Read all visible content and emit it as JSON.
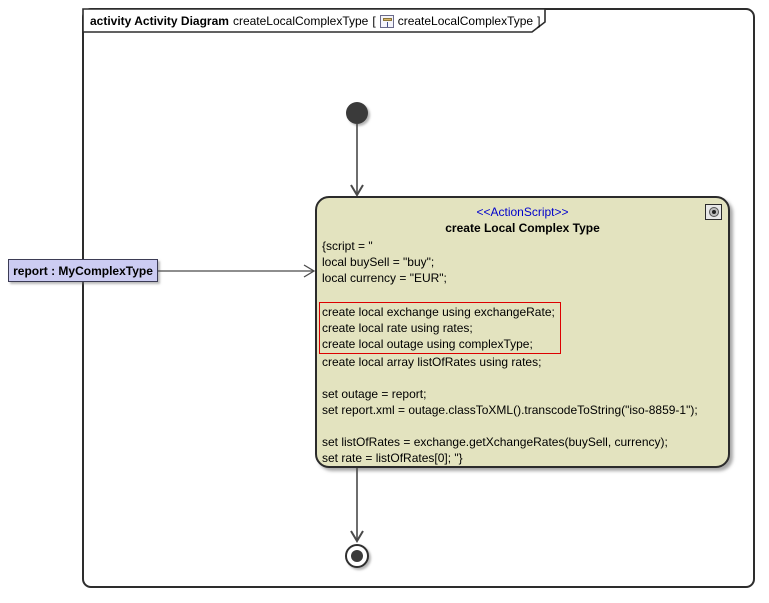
{
  "frame": {
    "kind_label": "activity Activity Diagram",
    "diagram_name": "createLocalComplexType",
    "bracket_open": "[",
    "context_ref": "createLocalComplexType",
    "bracket_close": "]"
  },
  "object_node": {
    "label": "report : MyComplexType"
  },
  "action_node": {
    "stereotype": "<<ActionScript>>",
    "name": "create Local Complex Type",
    "script_lines_before": [
      "{script = \"",
      "local buySell = \"buy\";",
      "local currency = \"EUR\";",
      ""
    ],
    "highlighted_lines": [
      "create local exchange using exchangeRate;",
      "create local rate using rates;",
      "create local outage using complexType;"
    ],
    "script_lines_after": [
      "create local array listOfRates using rates;",
      "",
      "set outage = report;",
      "set report.xml = outage.classToXML().transcodeToString(\"iso-8859-1\");",
      "",
      "set listOfRates = exchange.getXchangeRates(buySell, currency);",
      "set rate = listOfRates[0]; \"}"
    ]
  },
  "icons": {
    "title_icon": "activity-diagram-icon",
    "action_icon": "gear-icon"
  },
  "colors": {
    "action_fill": "#e3e3bf",
    "stereotype_text": "#0000cc",
    "object_fill": "#ccccf2",
    "highlight_border": "#dd0000",
    "edge": "#4a4a4a",
    "node_dark": "#3a3a3a"
  }
}
